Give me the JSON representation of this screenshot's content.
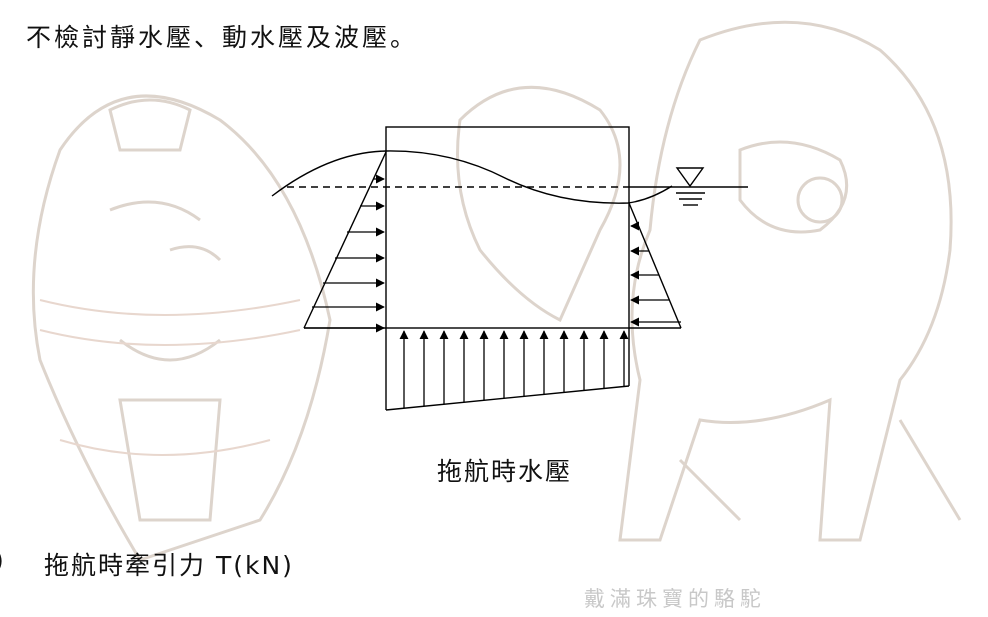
{
  "document": {
    "intro_text": "不檢討靜水壓、動水壓及波壓。",
    "figure_caption": "拖航時水壓",
    "item_marker": ")",
    "item_text": "拖航時牽引力 T(kN)"
  },
  "watermark": {
    "text": "戴滿珠寶的駱駝",
    "color": "#c8c8c8"
  },
  "diagram_colors": {
    "line": "#000000",
    "faded_background": "#d9d9d9"
  }
}
